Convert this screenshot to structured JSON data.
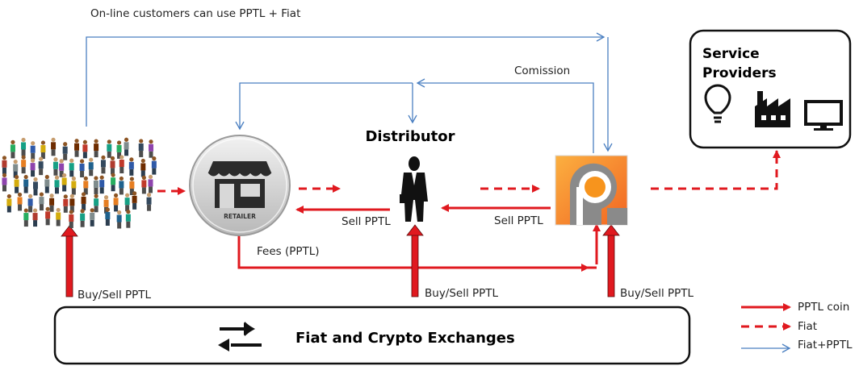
{
  "labels": {
    "online_customers": "On-line customers can use  PPTL + Fiat",
    "commission": "Comission",
    "distributor": "Distributor",
    "service_providers_line1": "Service",
    "service_providers_line2": "Providers",
    "retailer": "RETAILER",
    "sell_pptl_retailer": "Sell PPTL",
    "sell_pptl_distributor": "Sell PPTL",
    "fees": "Fees (PPTL)",
    "buy_sell_customers": "Buy/Sell PPTL",
    "buy_sell_distributor": "Buy/Sell PPTL",
    "buy_sell_platform": "Buy/Sell PPTL",
    "exchanges": "Fiat and Crypto  Exchanges"
  },
  "legend": {
    "pptl_coin": "PPTL coin",
    "fiat": "Fiat",
    "fiat_pptl": "Fiat+PPTL"
  },
  "colors": {
    "pptl_coin": "#e0191f",
    "fiat": "#e0191f",
    "fiat_pptl": "#4a7fc1",
    "platform_orange": "#f7941d",
    "platform_gray": "#8a8a8a"
  },
  "icons": [
    "crowd-icon",
    "retailer-store-icon",
    "distributor-person-icon",
    "platform-logo-icon",
    "lightbulb-icon",
    "factory-icon",
    "monitor-icon",
    "exchange-arrows-icon"
  ]
}
